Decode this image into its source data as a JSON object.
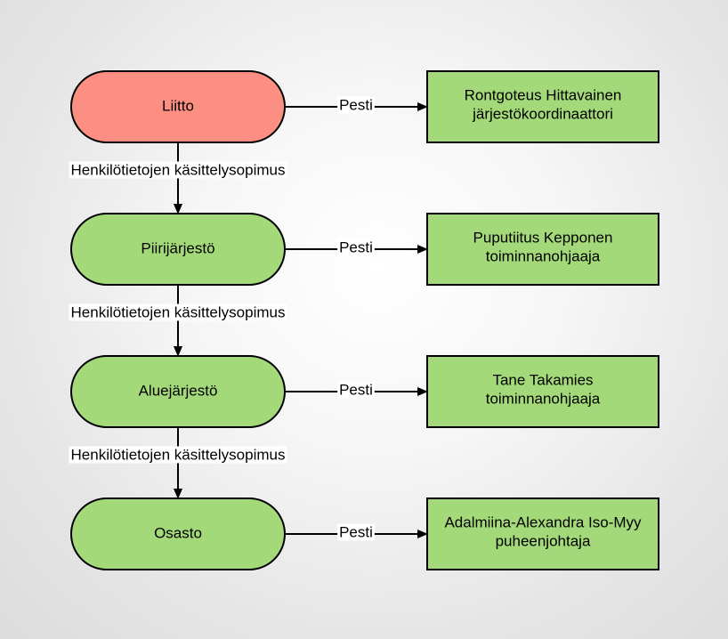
{
  "colors": {
    "top_node_fill": "#fc8f82",
    "node_fill": "#a4d97a",
    "stroke": "#000000"
  },
  "org_levels": [
    {
      "label": "Liitto",
      "relation": "Pesti",
      "person": "Rontgoteus Hittavainen",
      "role": "järjestökoordinaattori"
    },
    {
      "label": "Piirijärjestö",
      "relation": "Pesti",
      "person": "Puputiitus Kepponen",
      "role": "toiminnanohjaaja"
    },
    {
      "label": "Aluejärjestö",
      "relation": "Pesti",
      "person": "Tane Takamies",
      "role": "toiminnanohjaaja"
    },
    {
      "label": "Osasto",
      "relation": "Pesti",
      "person": "Adalmiina-Alexandra Iso-Myy",
      "role": "puheenjohtaja"
    }
  ],
  "vertical_links": [
    {
      "label": "Henkilötietojen käsittelysopimus"
    },
    {
      "label": "Henkilötietojen käsittelysopimus"
    },
    {
      "label": "Henkilötietojen käsittelysopimus"
    }
  ]
}
